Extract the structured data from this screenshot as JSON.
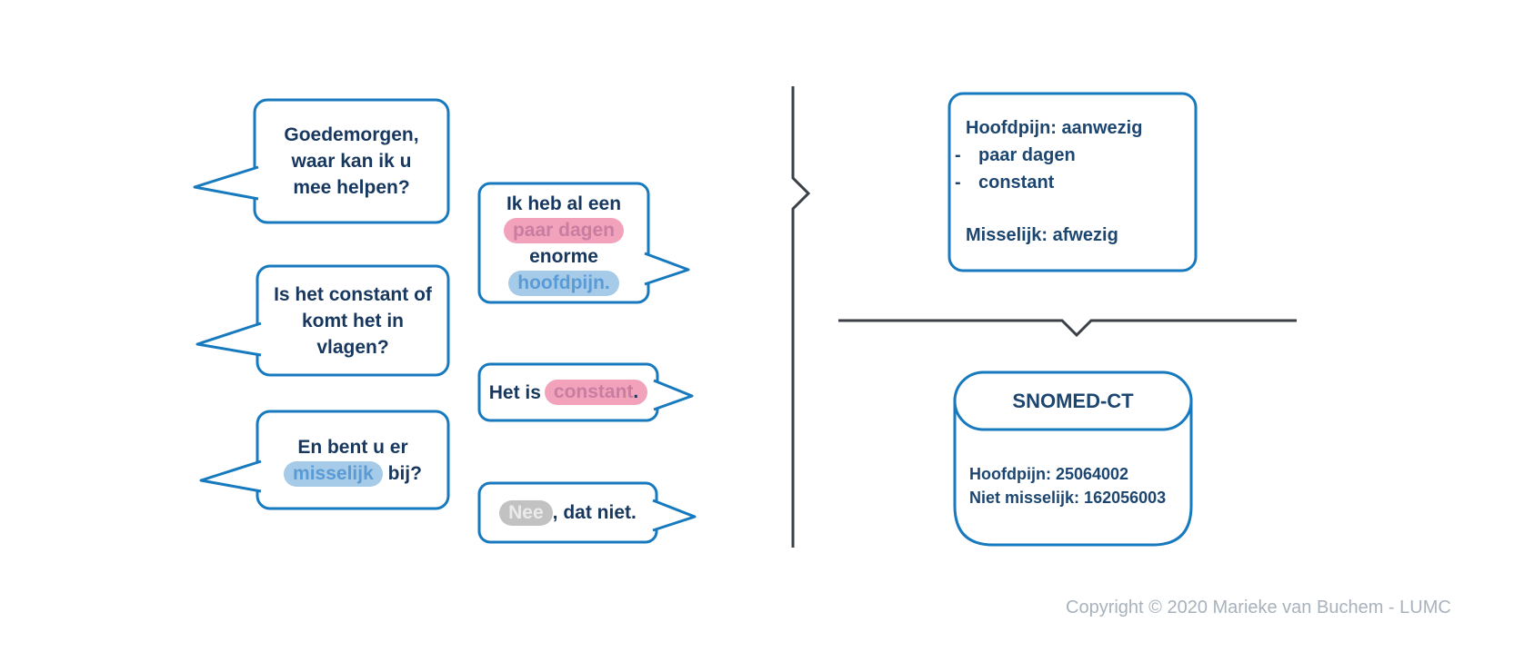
{
  "bubbles": {
    "d1": {
      "lines": [
        "Goedemorgen,",
        "waar kan ik u",
        "mee helpen?"
      ]
    },
    "d2": {
      "lines": [
        "Is het constant of",
        "komt het in",
        "vlagen?"
      ]
    },
    "d3": {
      "line1": "En bent u er",
      "highlight": "misselijk",
      "after": " bij?"
    },
    "p1": {
      "line1": "Ik heb al een",
      "highlight_duration": "paar dagen",
      "line3": "enorme",
      "highlight_symptom": "hoofdpijn."
    },
    "p2": {
      "before": "Het is",
      "highlight": "constant",
      "after": "."
    },
    "p3": {
      "highlight": "Nee",
      "after": ", dat niet."
    }
  },
  "summary_box": {
    "line1": "Hoofdpijn: aanwezig",
    "bullet": "-",
    "item1": "paar dagen",
    "item2": "constant",
    "line2": "Misselijk: afwezig"
  },
  "database": {
    "title": "SNOMED-CT",
    "code1": "Hoofdpijn: 25064002",
    "code2": "Niet misselijk: 162056003"
  },
  "footer": {
    "copyright": "Copyright © 2020 Marieke van Buchem - LUMC"
  },
  "colors": {
    "bubble_border": "#1779BE",
    "text_navy": "#17375E",
    "pink_bg": "#F2A3BB",
    "pink_text": "#C87DA1",
    "blue_bg": "#A6CBE8",
    "blue_text": "#5B9BD5",
    "gray_bg": "#C2C2C2",
    "gray_text": "#EBEBEB",
    "connector_line": "#3B4046",
    "copyright_gray": "#A9B2BC"
  }
}
